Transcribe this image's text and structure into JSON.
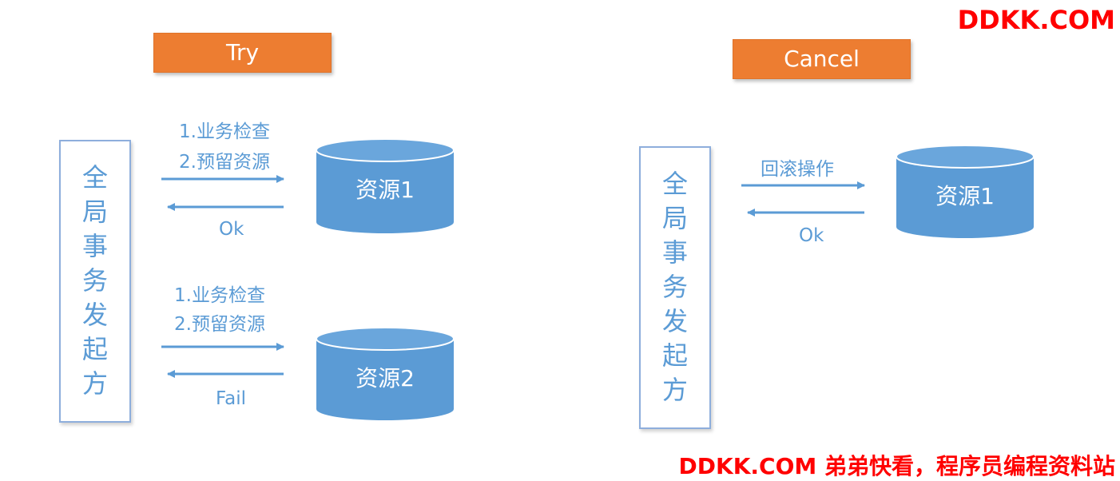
{
  "watermark_top": "DDKK.COM",
  "watermark_bottom": "DDKK.COM 弟弟快看，程序员编程资料站",
  "try_panel": {
    "phase_label": "Try",
    "initiator_label": "全局事务发起方",
    "flow1": {
      "step1": "1.业务检查",
      "step2": "2.预留资源",
      "response": "Ok",
      "resource": "资源1"
    },
    "flow2": {
      "step1": "1.业务检查",
      "step2": "2.预留资源",
      "response": "Fail",
      "resource": "资源2"
    }
  },
  "cancel_panel": {
    "phase_label": "Cancel",
    "initiator_label": "全局事务发起方",
    "action": "回滚操作",
    "response": "Ok",
    "resource": "资源1"
  },
  "colors": {
    "phase_fill": "#ed7d31",
    "arrow": "#5b9bd5",
    "cylinder_body": "#5b9bd5",
    "cylinder_top": "#6aa6dc",
    "initiator_border": "#8eaedc",
    "watermark": "#ff0000"
  }
}
